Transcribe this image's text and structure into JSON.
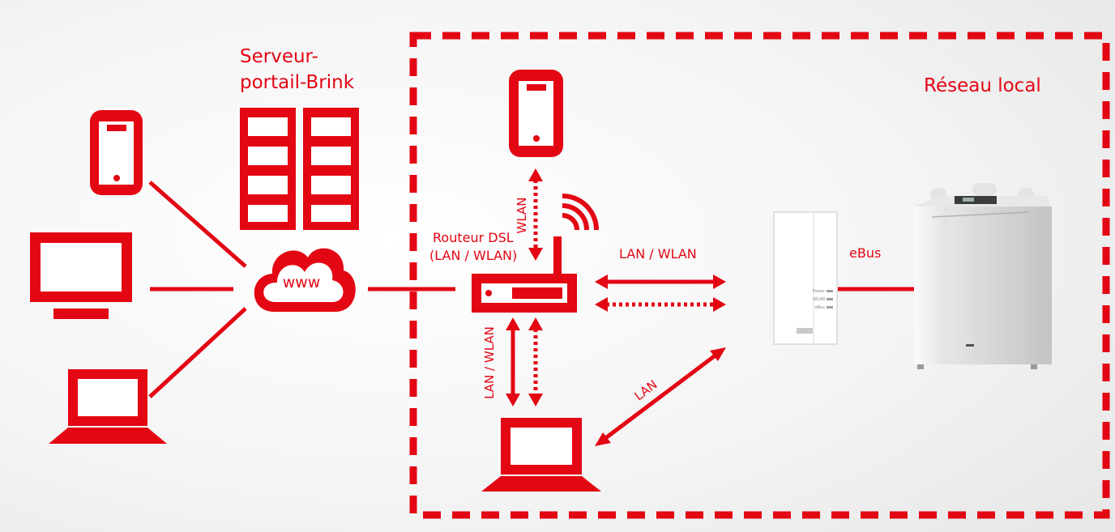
{
  "colors": {
    "accent": "#e30613",
    "background": "#f6f6f6"
  },
  "labels": {
    "server_line1": "Serveur-",
    "server_line2": "portail-Brink",
    "local_network": "Réseau local",
    "cloud": "www",
    "router_line1": "Routeur DSL",
    "router_line2": "(LAN / WLAN)",
    "wlan_phone": "WLAN",
    "lan_wlan_right": "LAN / WLAN",
    "lan_wlan_down": "LAN / WLAN",
    "lan_diag": "LAN",
    "ebus": "eBus"
  },
  "gateway": {
    "led_labels": [
      "Power",
      "WLAN",
      "eBus"
    ]
  }
}
